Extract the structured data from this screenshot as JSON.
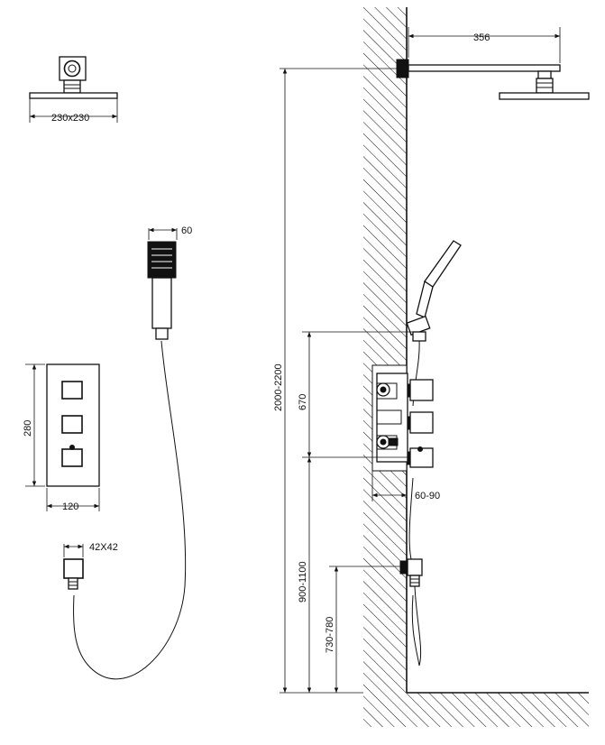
{
  "diagram": {
    "labels": {
      "shower_head_size": "230x230",
      "shower_arm_length": "356",
      "hand_shower_width": "60",
      "mixer_height": "280",
      "mixer_width": "120",
      "outlet_size": "42X42",
      "install_height": "2000-2200",
      "mixer_spacing": "670",
      "wall_depth": "60-90",
      "mixer_height_floor": "900-1100",
      "outlet_height_floor": "730-780"
    }
  }
}
